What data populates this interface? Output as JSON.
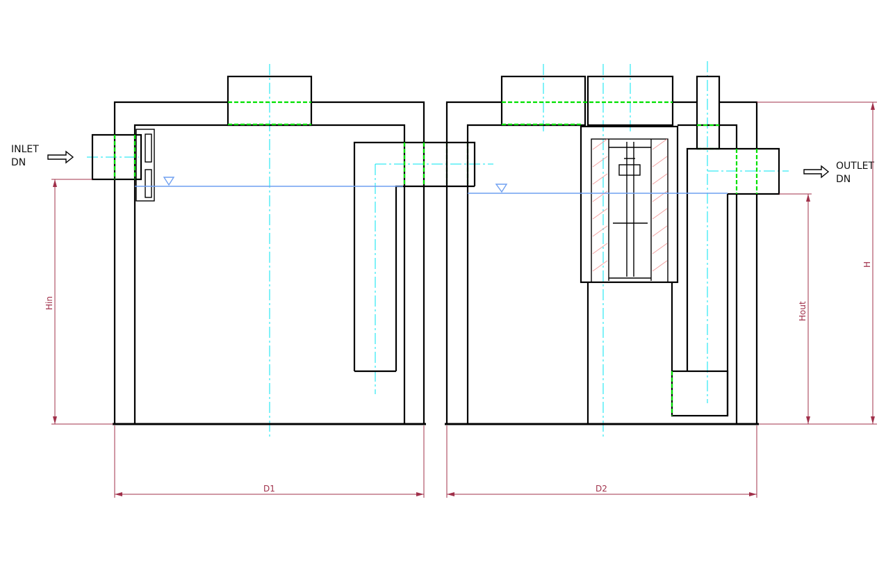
{
  "labels": {
    "inlet_line1": "INLET",
    "inlet_line2": "DN",
    "outlet_line1": "OUTLET",
    "outlet_line2": "DN"
  },
  "dimensions": {
    "d1": "D1",
    "d2": "D2",
    "hin": "Hin",
    "hout": "Hout",
    "h": "H"
  },
  "colors": {
    "structure": "#000000",
    "centerline": "#00e5f0",
    "seal": "#00e000",
    "water_level": "#6f9ff0",
    "dimension": "#a0304a",
    "hatch": "#f2a0a0"
  }
}
